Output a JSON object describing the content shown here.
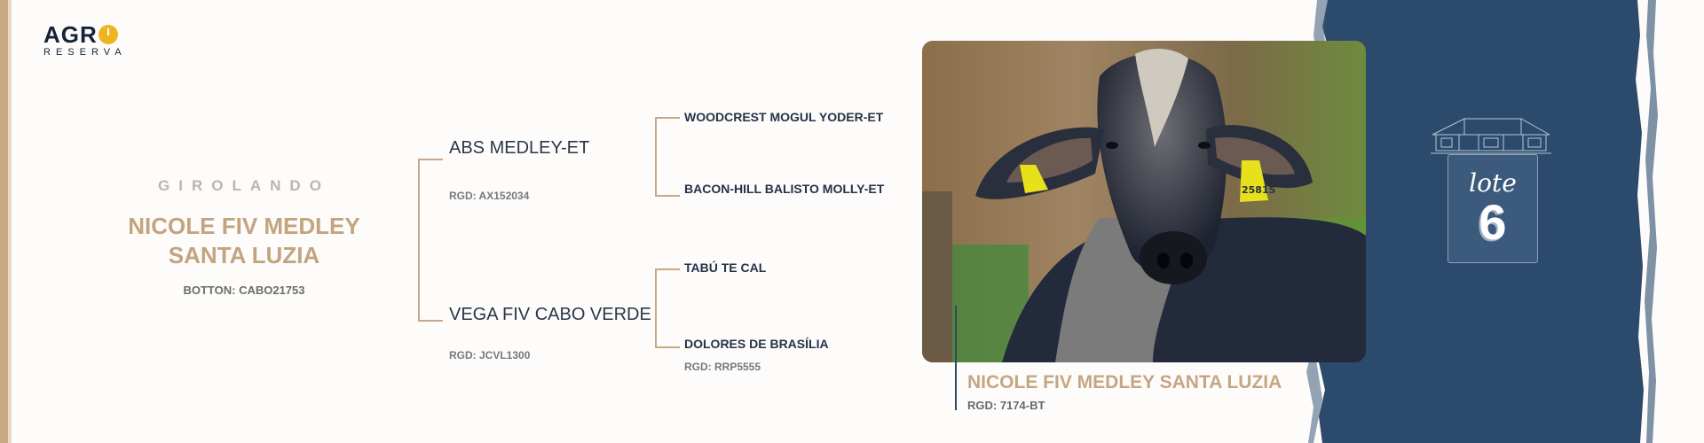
{
  "brand": {
    "logo_top": "AGR",
    "logo_bottom": "RESERVA"
  },
  "animal": {
    "breed": "GIROLANDO",
    "name_line1": "NICOLE FIV MEDLEY",
    "name_line2": "SANTA LUZIA",
    "botton": "BOTTON: CABO21753"
  },
  "pedigree": {
    "sire": {
      "name": "ABS MEDLEY-ET",
      "rgd": "RGD: AX152034"
    },
    "dam": {
      "name": "VEGA FIV CABO VERDE",
      "rgd": "RGD: JCVL1300"
    },
    "sire_sire": {
      "name": "WOODCREST MOGUL YODER-ET"
    },
    "sire_dam": {
      "name": "BACON-HILL BALISTO MOLLY-ET"
    },
    "dam_sire": {
      "name": "TABÚ TE CAL"
    },
    "dam_dam": {
      "name": "DOLORES DE BRASÍLIA",
      "rgd": "RGD: RRP5555"
    }
  },
  "photo": {
    "caption_name": "NICOLE FIV MEDLEY SANTA LUZIA",
    "caption_rgd": "RGD: 7174-BT",
    "ear_tag": "25815"
  },
  "lot": {
    "word": "lote",
    "number": "6"
  },
  "colors": {
    "accent_gold": "#c3a47f",
    "navy": "#2c4a6b",
    "text_dark": "#26324a",
    "tag_yellow": "#e7e01a"
  },
  "icons": [
    "building-icon",
    "logo-sun-icon"
  ]
}
